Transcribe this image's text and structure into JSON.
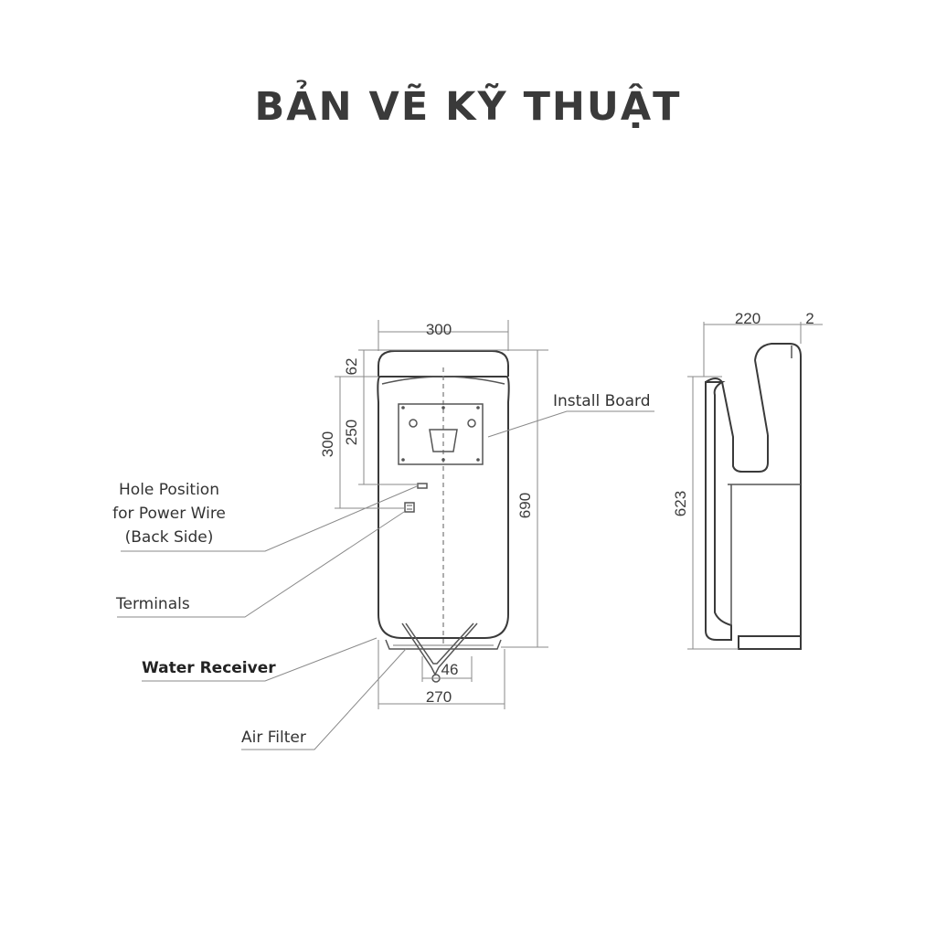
{
  "title": "BẢN VẼ KỸ THUẬT",
  "dimensions": {
    "front_width": "300",
    "top_cap": "62",
    "board_offset": "250",
    "hole_offset": "300",
    "front_height": "690",
    "bottom_width": "270",
    "filter_width": "46",
    "side_depth": "220",
    "side_gap": "2",
    "side_height": "623"
  },
  "callouts": {
    "install_board": "Install Board",
    "hole_position": [
      "Hole Position",
      "for Power Wire",
      "(Back Side)"
    ],
    "terminals": "Terminals",
    "water_receiver": "Water Receiver",
    "air_filter": "Air Filter"
  }
}
